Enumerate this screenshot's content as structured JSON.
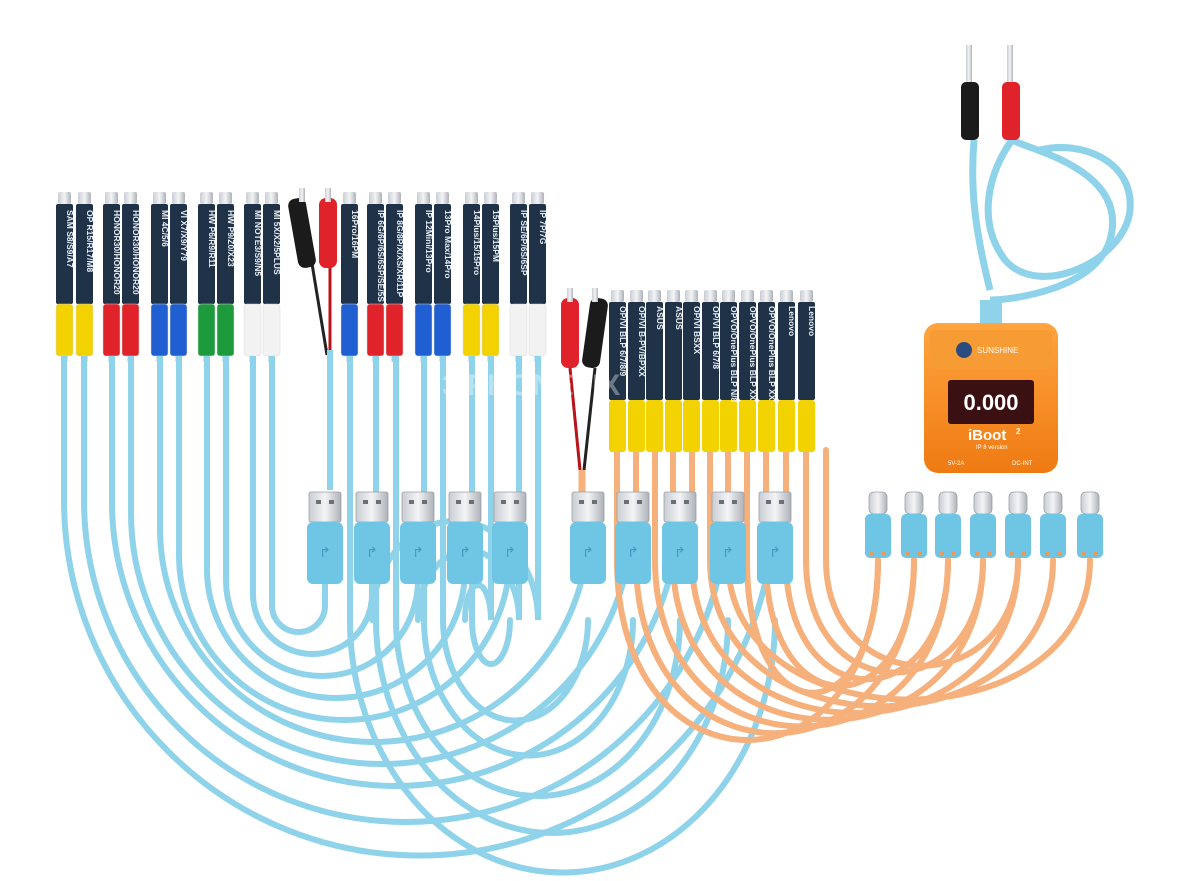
{
  "colors": {
    "blue_cable": "#8fd3ea",
    "blue_cable_dark": "#6cbcd8",
    "orange_cable": "#f6b07c",
    "orange_cable_dark": "#eb9a5e",
    "board": "#1f3247",
    "meter_body": "#f58a1f",
    "meter_display": "#b0121a",
    "plug_blue": "#6fc6e4"
  },
  "left_boards": [
    {
      "label": "SAM S8/S9/A7",
      "accent": "#f2d200"
    },
    {
      "label": "OP R15/R17/M8",
      "accent": "#f2d200"
    },
    {
      "label": "HONOR30/HONOR20",
      "accent": "#e0232a"
    },
    {
      "label": "HONOR30/HONOR20",
      "accent": "#e0232a"
    },
    {
      "label": "MI 4C/5/6",
      "accent": "#1f5fd1"
    },
    {
      "label": "VI X7/X9/Y79",
      "accent": "#1f5fd1"
    },
    {
      "label": "HW P6/R9/R11",
      "accent": "#1d9a3c"
    },
    {
      "label": "HW P9/Z0/X23",
      "accent": "#1d9a3c"
    },
    {
      "label": "MI NOTE3/S9/N5",
      "accent": "#f2f2f2"
    },
    {
      "label": "MI 5X/X2/5PLUS",
      "accent": "#f2f2f2"
    },
    {
      "label": "",
      "accent": "clip"
    },
    {
      "label": "16Pro/16PM",
      "accent": "#1f5fd1"
    },
    {
      "label": "IP 6G/6P/6S/6SP/SE/5S",
      "accent": "#e0232a"
    },
    {
      "label": "IP 8G/8P/X/XS/XR/11P",
      "accent": "#e0232a"
    },
    {
      "label": "IP 12Mini/13Pro",
      "accent": "#1f5fd1"
    },
    {
      "label": "13Pro Max/14Pro",
      "accent": "#1f5fd1"
    },
    {
      "label": "14Plus/15/15Pro",
      "accent": "#f2d200"
    },
    {
      "label": "15Plus/15PM",
      "accent": "#f2d200"
    },
    {
      "label": "IP SE/6P/6S/6SP",
      "accent": "#f2f2f2"
    },
    {
      "label": "IP 7P/7G",
      "accent": "#f2f2f2"
    }
  ],
  "right_boards": [
    {
      "label": "OP/VI BLP 6/7/8/9"
    },
    {
      "label": "OP/VI B-PV/BPXX"
    },
    {
      "label": "ASUS"
    },
    {
      "label": "ASUS"
    },
    {
      "label": "OP/VI BSXX"
    },
    {
      "label": "OP/VI BLP 6/7/8"
    },
    {
      "label": "OPVO/OnePlus BLP N/8"
    },
    {
      "label": "OPVO/OnePlus BLP XX"
    },
    {
      "label": "OPVO/OnePlus BLP XX"
    },
    {
      "label": "Lenovo"
    },
    {
      "label": "Lenovo"
    }
  ],
  "meter": {
    "brand": "SUNSHINE",
    "display_value": "0.000",
    "product_name": "iBoot",
    "badge": "2",
    "subtitle": "IP 8 version",
    "left_footer": "5V-2A",
    "right_footer": "DC-INT"
  },
  "watermark": "3 PHONEFIX"
}
